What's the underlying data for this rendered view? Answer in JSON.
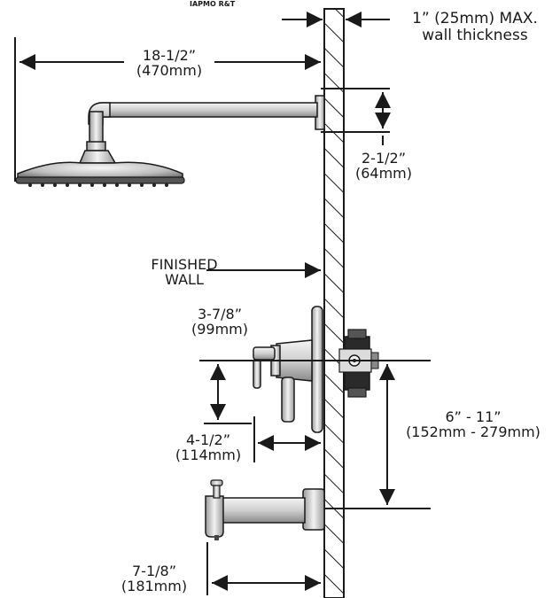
{
  "header": {
    "cert_mark": "IAPMO R&T"
  },
  "dimensions": {
    "wall_thickness": {
      "line1": "1” (25mm) MAX.",
      "line2": "wall thickness"
    },
    "arm_reach": {
      "line1": "18-1/2”",
      "line2": "(470mm)"
    },
    "arm_height": {
      "line1": "2-1/2”",
      "line2": "(64mm)"
    },
    "finished_wall": {
      "line1": "FINISHED",
      "line2": "WALL"
    },
    "valve_trim": {
      "line1": "3-7/8”",
      "line2": "(99mm)"
    },
    "valve_depth": {
      "line1": "4-1/2”",
      "line2": "(114mm)"
    },
    "valve_to_spout": {
      "line1": "6” - 11”",
      "line2": "(152mm - 279mm)"
    },
    "spout_reach": {
      "line1": "7-1/8”",
      "line2": "(181mm)"
    }
  },
  "colors": {
    "ink": "#1a1a1a",
    "metal_light": "#e4e4e4",
    "metal_mid": "#bdbdbd",
    "metal_dark": "#6a6a6a"
  }
}
